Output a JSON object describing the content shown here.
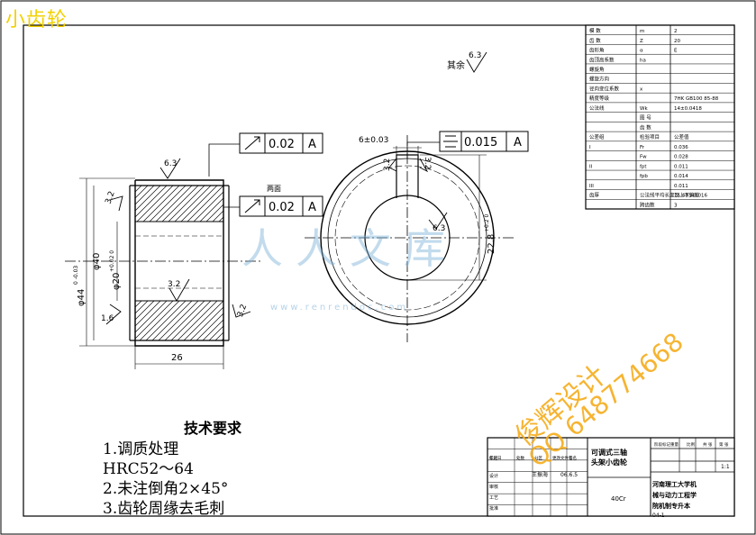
{
  "corner_title": "小齿轮",
  "roughness": {
    "other": "其余",
    "other_value": "6.3",
    "r1": "6.3",
    "r2": "3.2",
    "r3": "3.2",
    "r4": "3.2",
    "r5": "3.2",
    "r6": "3.2",
    "r7": "6.3"
  },
  "tolerance_frames": {
    "runout_top": {
      "value": "0.02",
      "datum": "A"
    },
    "runout_end": {
      "value": "0.02",
      "datum": "A"
    },
    "symmetry": {
      "value": "0.015",
      "datum": "A"
    }
  },
  "labels": {
    "two_faces": "两面",
    "key_width": "6±0.03",
    "width": "26",
    "chamfer": "1.6",
    "dia_outer": "φ44",
    "dia_outer_tol": "0 -0.03",
    "dia_40": "φ40",
    "dia_bore": "φ20",
    "dia_bore_tol": "+0.02 0",
    "keyway_depth": "22.8",
    "keyway_tol": "+0.2 0"
  },
  "notes": {
    "heading": "技术要求",
    "items": [
      "1.调质处理",
      "HRC52～64",
      "2.未注倒角2×45°",
      "3.齿轮周缘去毛刺"
    ]
  },
  "param_table": [
    [
      "模 数",
      "m",
      "2"
    ],
    [
      "齿 数",
      "Z",
      "20"
    ],
    [
      "齿形角",
      "α",
      "E"
    ],
    [
      "齿顶高系数",
      "ha",
      ""
    ],
    [
      "螺旋角",
      "",
      ""
    ],
    [
      "螺旋方向",
      "",
      ""
    ],
    [
      "径向变位系数",
      "x",
      ""
    ],
    [
      "精度等级",
      "",
      "7HK GB100 85-88"
    ],
    [
      "公法线",
      "Wk",
      "14±0.0418"
    ],
    [
      "",
      "图 号",
      ""
    ],
    [
      "",
      "齿 数",
      ""
    ],
    [
      "公差组",
      "检验项目",
      "公差值"
    ],
    [
      "I",
      "Fr",
      "0.036"
    ],
    [
      "",
      "Fw",
      "0.028"
    ],
    [
      "II",
      "fpt",
      "0.011"
    ],
    [
      "",
      "fpb",
      "0.014"
    ],
    [
      "III",
      "",
      "0.011"
    ],
    [
      "齿厚",
      "公法线平均长度及上下偏差",
      "15.483-0.016"
    ],
    [
      "",
      "跨齿数",
      "3"
    ]
  ],
  "title_block": {
    "name": "可调式三轴头架小齿轮",
    "material": "40Cr",
    "institution": "河南理工大学机械与动力工程学院机制专升本",
    "class_code": "04-1",
    "scale": "1:1",
    "designer": "王振海",
    "date": "06.6.5",
    "rows": [
      "标记",
      "处数",
      "分区",
      "更改文件号",
      "签名",
      "年月日",
      "设计",
      "审核",
      "工艺",
      "批准",
      "阶段标记",
      "重量",
      "比例",
      "共 张",
      "第 张"
    ]
  },
  "watermarks": {
    "cn": "人人文库",
    "url": "www.renrendoc.com",
    "orange_line1": "俊辉设计",
    "orange_line2": "QQ 648774668"
  }
}
